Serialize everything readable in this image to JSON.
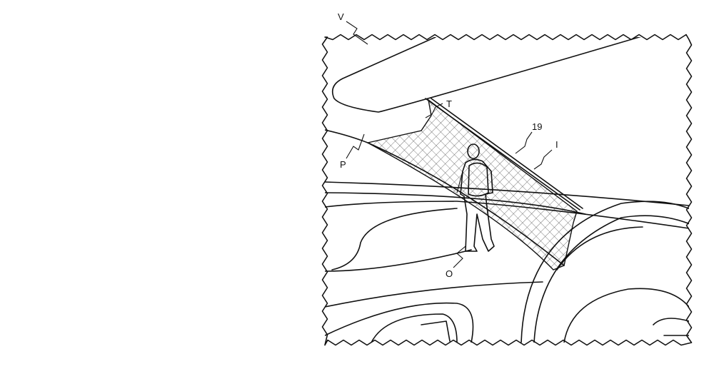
{
  "figure": {
    "labels": {
      "vehicle": "V",
      "pillar_transparent": "T",
      "display": "19",
      "image": "I",
      "pillar": "P",
      "object": "O"
    },
    "colors": {
      "line": "#111111",
      "background": "#ffffff"
    }
  }
}
